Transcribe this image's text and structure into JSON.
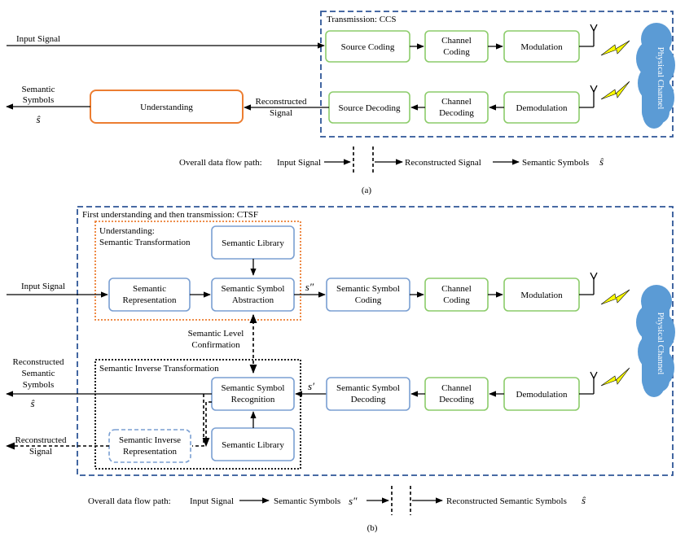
{
  "a": {
    "group_title": "Transmission: CCS",
    "input": "Input Signal",
    "source_coding": "Source Coding",
    "channel_coding": [
      "Channel",
      "Coding"
    ],
    "modulation": "Modulation",
    "source_decoding": "Source Decoding",
    "channel_decoding": [
      "Channel",
      "Decoding"
    ],
    "demodulation": "Demodulation",
    "physical_channel": "Physical Channel",
    "understanding": "Understanding",
    "reconstructed": [
      "Reconstructed",
      "Signal"
    ],
    "semantic_symbols": [
      "Semantic",
      "Symbols"
    ],
    "s_hat": "ŝ",
    "flow_prefix": "Overall data flow path:",
    "flow_input": "Input Signal",
    "flow_reconstructed": "Reconstructed  Signal",
    "flow_semantic": "Semantic Symbols",
    "flow_s_hat": "ŝ",
    "caption": "(a)"
  },
  "b": {
    "group_title": "First understanding and then transmission:  CTSF",
    "understanding_title": [
      "Understanding:",
      "Semantic Transformation"
    ],
    "input": "Input Signal",
    "semantic_library": "Semantic Library",
    "semantic_representation": [
      "Semantic",
      "Representation"
    ],
    "semantic_symbol_abstraction": [
      "Semantic Symbol",
      "Abstraction"
    ],
    "s_double_prime": "s″",
    "semantic_symbol_coding": [
      "Semantic Symbol",
      "Coding"
    ],
    "channel_coding": [
      "Channel",
      "Coding"
    ],
    "modulation": "Modulation",
    "physical_channel": "Physical Channel",
    "level_confirmation": [
      "Semantic Level",
      "Confirmation"
    ],
    "inverse_title": "Semantic Inverse Transformation",
    "reconstructed_symbols": [
      "Reconstructed",
      "Semantic",
      "Symbols"
    ],
    "s_hat": "ŝ",
    "semantic_symbol_recognition": [
      "Semantic Symbol",
      "Recognition"
    ],
    "s_prime": "s′",
    "semantic_symbol_decoding": [
      "Semantic Symbol",
      "Decoding"
    ],
    "channel_decoding": [
      "Channel",
      "Decoding"
    ],
    "demodulation": "Demodulation",
    "reconstructed_signal": [
      "Reconstructed",
      "Signal"
    ],
    "semantic_inverse_representation": [
      "Semantic Inverse",
      "Representation"
    ],
    "semantic_library_2": "Semantic Library",
    "flow_prefix": "Overall data flow path:",
    "flow_input": "Input Signal",
    "flow_semantic": "Semantic Symbols",
    "flow_s": "s″",
    "flow_reconstructed": "Reconstructed Semantic Symbols",
    "flow_s_hat": "ŝ",
    "caption": "(b)"
  }
}
